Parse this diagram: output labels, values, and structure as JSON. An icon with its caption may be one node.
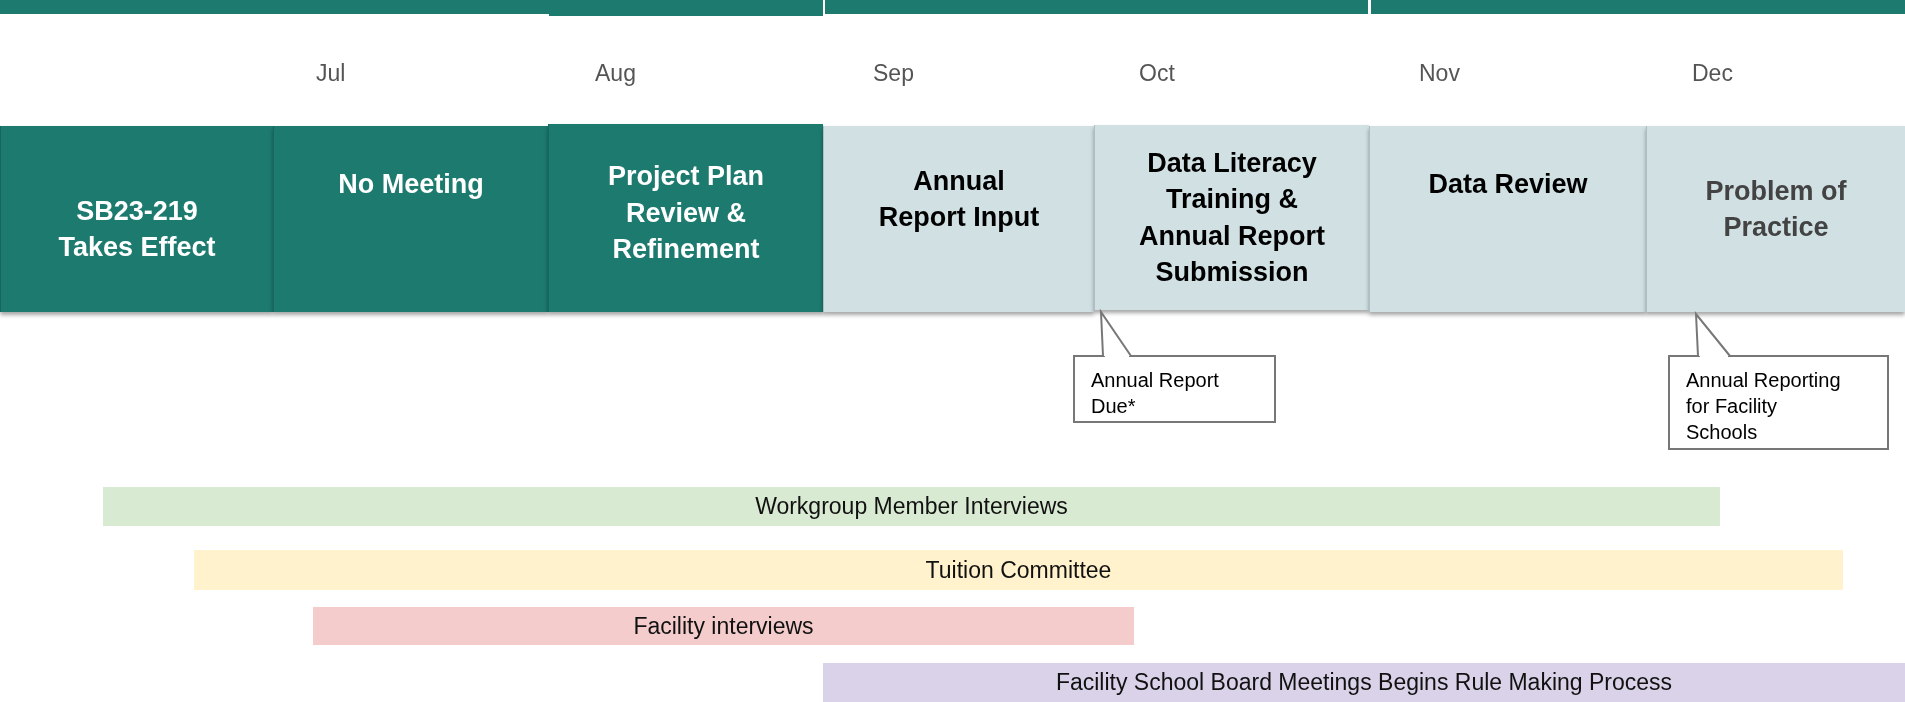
{
  "diagram": {
    "nodes": [
      {
        "text": [
          "SB23-219 Takes Effect"
        ]
      },
      {
        "text": [
          "No Meeting"
        ]
      },
      {
        "text": [
          "Project Plan Review & Refinement"
        ]
      },
      {
        "text": [
          "Annual Report Input"
        ]
      },
      {
        "text": [
          "Data Literacy Training & Annual Report Submission"
        ]
      },
      {
        "text": [
          "Data Review"
        ]
      },
      {
        "text": [
          "Problem of Practice"
        ]
      },
      {
        "text": [
          "Annual Report Due*"
        ]
      },
      {
        "text": [
          "Annual Reporting for Facility Schools"
        ]
      },
      {
        "text": [
          "Workgroup Member Interviews"
        ]
      },
      {
        "text": [
          "Tuition Committee"
        ]
      },
      {
        "text": [
          "Facility interviews"
        ]
      },
      {
        "text": [
          "Facility School Board Meetings Begins Rule Making Process"
        ]
      }
    ],
    "edges": [
      {
        "from": 7,
        "to": 4,
        "arrow": "to"
      },
      {
        "from": 8,
        "to": 6,
        "arrow": "to"
      }
    ],
    "labels": [
      "Jul",
      "Aug",
      "Sep",
      "Oct",
      "Nov",
      "Dec"
    ]
  }
}
